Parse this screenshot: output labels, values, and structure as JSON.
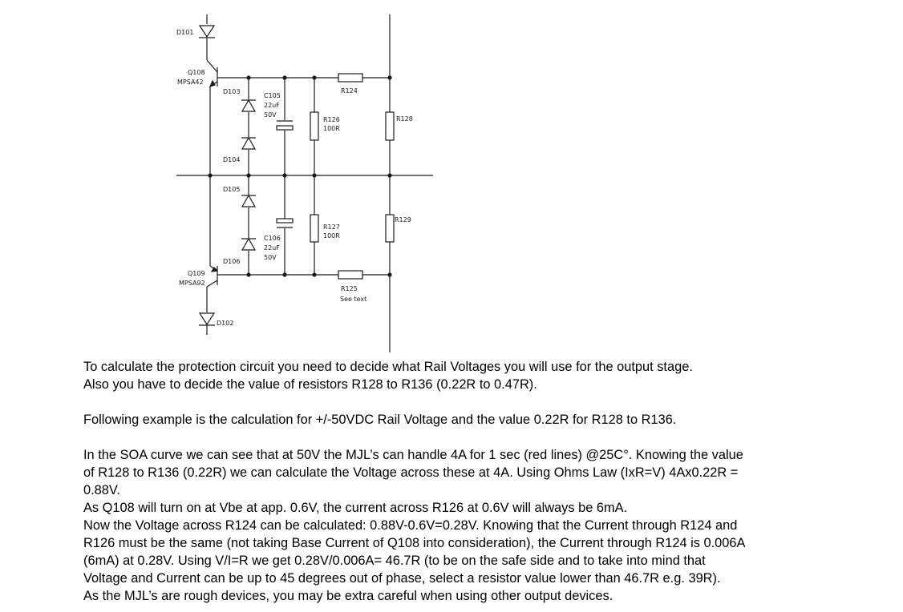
{
  "schematic": {
    "labels": {
      "d101": "D101",
      "q108": "Q108",
      "q108_type": "MPSA42",
      "d103": "D103",
      "c105": "C105",
      "c105_value": "22uF",
      "c105_voltage": "50V",
      "r124": "R124",
      "r126": "R126",
      "r126_value": "100R",
      "r128": "R128",
      "d104": "D104",
      "d105": "D105",
      "r127": "R127",
      "r127_value": "100R",
      "r129": "R129",
      "c106": "C106",
      "c106_value": "22uF",
      "c106_voltage": "50V",
      "d106": "D106",
      "q109": "Q109",
      "q109_type": "MPSA92",
      "r125": "R125",
      "r125_note": "See text",
      "d102": "D102"
    }
  },
  "text": {
    "p1_line1": "To calculate the protection circuit you need to decide what Rail Voltages you will use for the output stage.",
    "p1_line2": "Also you have to decide the value of resistors R128 to R136 (0.22R to 0.47R).",
    "p2_line1": "Following example is the calculation for +/-50VDC Rail Voltage and the value 0.22R for R128 to R136.",
    "p3_line1": "In the SOA curve we can see that at 50V the MJL’s can handle 4A for 1 sec (red lines) @25C°. Knowing the value",
    "p3_line2": "of R128 to R136 (0.22R) we can calculate the Voltage across these at 4A. Using Ohms Law (IxR=V) 4Ax0.22R =",
    "p3_line3": "0.88V.",
    "p3_line4": "As Q108 will turn on at Vbe at app. 0.6V, the current across R126 at 0.6V will always be 6mA.",
    "p3_line5": "Now the Voltage across R124 can be calculated: 0.88V-0.6V=0.28V. Knowing that the Current through R124 and",
    "p3_line6": "R126 must be the same (not taking Base Current of Q108 into consideration), the Current through R124 is 0.006A",
    "p3_line7": "(6mA) at 0.28V. Using V/I=R we get 0.28V/0.006A= 46.7R (to be on the safe side and to take into mind that",
    "p3_line8": "Voltage and Current can be up to 45 degrees out of phase, select a resistor value lower than 46.7R e.g. 39R).",
    "p3_line9": "As the MJL’s are rough devices, you may be extra careful when using other output devices."
  }
}
